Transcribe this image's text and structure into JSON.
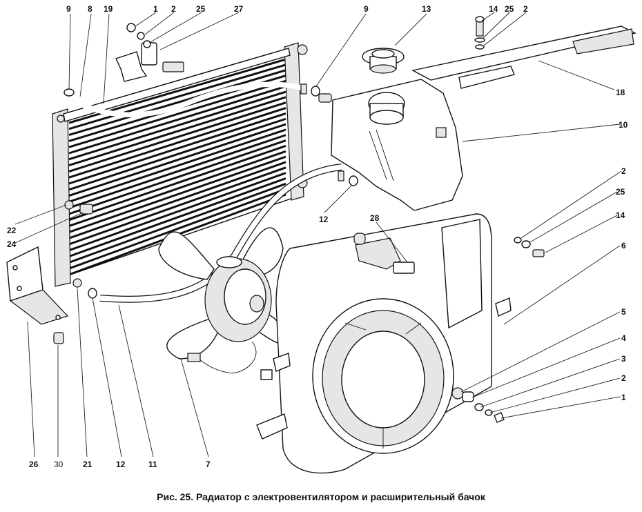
{
  "caption": "Рис. 25. Радиатор с электровентилятором и расширительный бачок",
  "callouts": [
    {
      "id": "c-9a",
      "text": "9"
    },
    {
      "id": "c-8",
      "text": "8"
    },
    {
      "id": "c-19",
      "text": "19"
    },
    {
      "id": "c-1a",
      "text": "1"
    },
    {
      "id": "c-2a",
      "text": "2"
    },
    {
      "id": "c-25a",
      "text": "25"
    },
    {
      "id": "c-27",
      "text": "27"
    },
    {
      "id": "c-9b",
      "text": "9"
    },
    {
      "id": "c-13",
      "text": "13"
    },
    {
      "id": "c-14a",
      "text": "14"
    },
    {
      "id": "c-25b",
      "text": "25"
    },
    {
      "id": "c-2b",
      "text": "2"
    },
    {
      "id": "c-18",
      "text": "18"
    },
    {
      "id": "c-10",
      "text": "10"
    },
    {
      "id": "c-2c",
      "text": "2"
    },
    {
      "id": "c-25c",
      "text": "25"
    },
    {
      "id": "c-14b",
      "text": "14"
    },
    {
      "id": "c-6",
      "text": "6"
    },
    {
      "id": "c-22",
      "text": "22"
    },
    {
      "id": "c-24",
      "text": "24"
    },
    {
      "id": "c-12a",
      "text": "12"
    },
    {
      "id": "c-28",
      "text": "28"
    },
    {
      "id": "c-5",
      "text": "5"
    },
    {
      "id": "c-4",
      "text": "4"
    },
    {
      "id": "c-3",
      "text": "3"
    },
    {
      "id": "c-2d",
      "text": "2"
    },
    {
      "id": "c-1b",
      "text": "1"
    },
    {
      "id": "c-26",
      "text": "26"
    },
    {
      "id": "c-30",
      "text": "30"
    },
    {
      "id": "c-21",
      "text": "21"
    },
    {
      "id": "c-12b",
      "text": "12"
    },
    {
      "id": "c-11",
      "text": "11"
    },
    {
      "id": "c-7",
      "text": "7"
    }
  ]
}
